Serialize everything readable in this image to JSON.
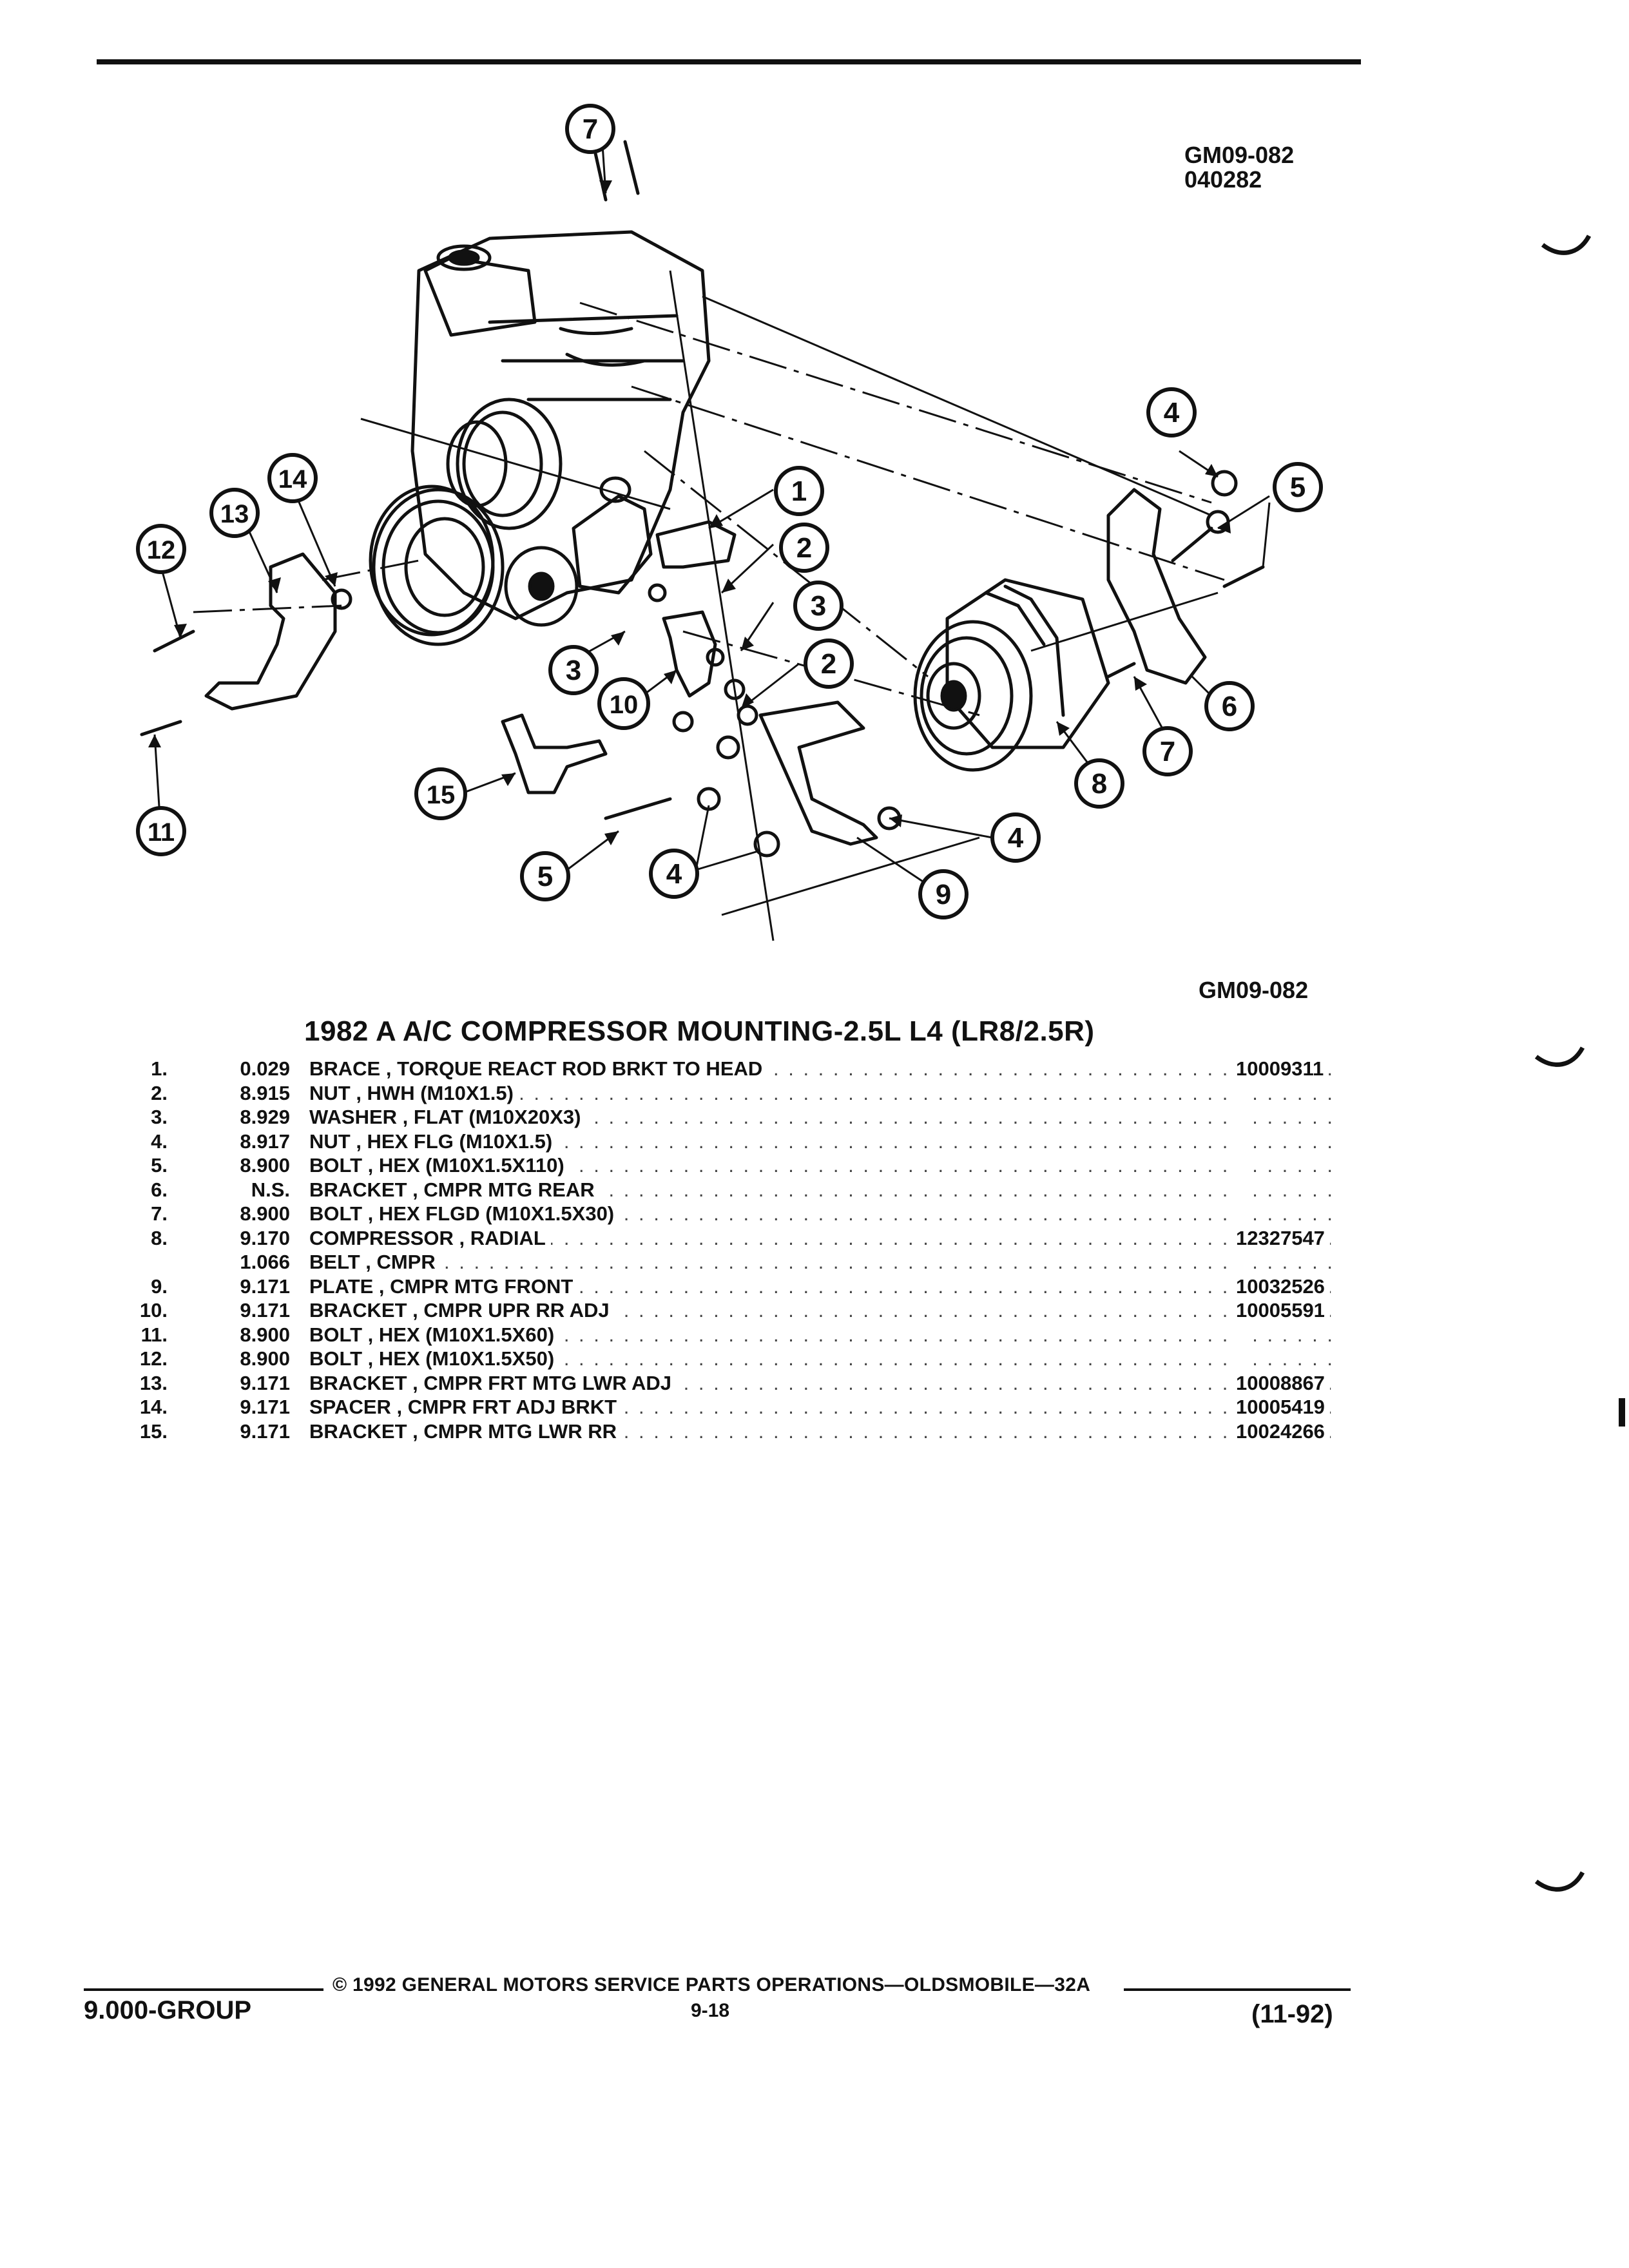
{
  "figure": {
    "code_top": "GM09-082",
    "date_code": "040282",
    "code_bottom": "GM09-082",
    "callouts": [
      "1",
      "2",
      "2",
      "3",
      "3",
      "4",
      "4",
      "4",
      "5",
      "5",
      "6",
      "7",
      "7",
      "8",
      "9",
      "10",
      "11",
      "12",
      "13",
      "14",
      "15"
    ]
  },
  "table": {
    "title": "1982 A A/C COMPRESSOR MOUNTING-2.5L L4 (LR8/2.5R)",
    "rows": [
      {
        "num": "1.",
        "group": "0.029",
        "desc": "BRACE , TORQUE REACT ROD BRKT TO HEAD",
        "part": "10009311"
      },
      {
        "num": "2.",
        "group": "8.915",
        "desc": "NUT , HWH (M10X1.5)",
        "part": ""
      },
      {
        "num": "3.",
        "group": "8.929",
        "desc": "WASHER , FLAT (M10X20X3)",
        "part": ""
      },
      {
        "num": "4.",
        "group": "8.917",
        "desc": "NUT , HEX FLG (M10X1.5)",
        "part": ""
      },
      {
        "num": "5.",
        "group": "8.900",
        "desc": "BOLT , HEX (M10X1.5X110)",
        "part": ""
      },
      {
        "num": "6.",
        "group": "N.S.",
        "desc": "BRACKET , CMPR MTG REAR",
        "part": ""
      },
      {
        "num": "7.",
        "group": "8.900",
        "desc": "BOLT , HEX FLGD (M10X1.5X30)",
        "part": ""
      },
      {
        "num": "8.",
        "group": "9.170",
        "desc": "COMPRESSOR , RADIAL",
        "part": "12327547"
      },
      {
        "num": "",
        "group": "1.066",
        "desc": "BELT , CMPR",
        "part": ""
      },
      {
        "num": "9.",
        "group": "9.171",
        "desc": "PLATE , CMPR MTG FRONT",
        "part": "10032526"
      },
      {
        "num": "10.",
        "group": "9.171",
        "desc": "BRACKET , CMPR UPR RR ADJ",
        "part": "10005591"
      },
      {
        "num": "11.",
        "group": "8.900",
        "desc": "BOLT , HEX (M10X1.5X60)",
        "part": ""
      },
      {
        "num": "12.",
        "group": "8.900",
        "desc": "BOLT , HEX (M10X1.5X50)",
        "part": ""
      },
      {
        "num": "13.",
        "group": "9.171",
        "desc": "BRACKET , CMPR FRT MTG LWR ADJ",
        "part": "10008867"
      },
      {
        "num": "14.",
        "group": "9.171",
        "desc": "SPACER , CMPR FRT ADJ BRKT",
        "part": "10005419"
      },
      {
        "num": "15.",
        "group": "9.171",
        "desc": "BRACKET , CMPR MTG LWR RR",
        "part": "10024266"
      }
    ]
  },
  "footer": {
    "copyright": "© 1992 GENERAL MOTORS SERVICE PARTS OPERATIONS—OLDSMOBILE—32A",
    "page": "9-18",
    "group": "9.000-GROUP",
    "date": "(11-92)"
  }
}
